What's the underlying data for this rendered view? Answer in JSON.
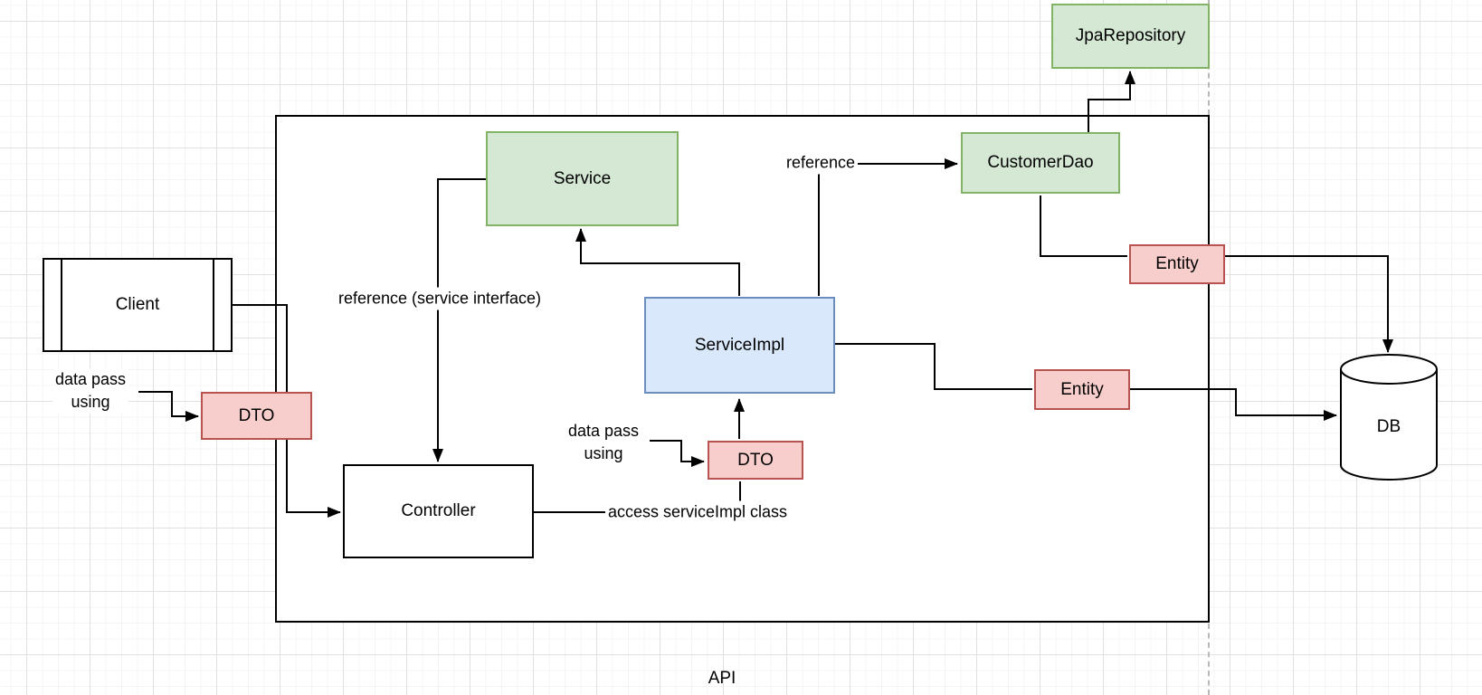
{
  "diagram": {
    "container_label": "API",
    "nodes": {
      "jpa": {
        "label": "JpaRepository",
        "fill": "#d5e8d4",
        "border": "#82b366"
      },
      "service": {
        "label": "Service",
        "fill": "#d5e8d4",
        "border": "#82b366"
      },
      "customer_dao": {
        "label": "CustomerDao",
        "fill": "#d5e8d4",
        "border": "#82b366"
      },
      "service_impl": {
        "label": "ServiceImpl",
        "fill": "#dae8fc",
        "border": "#6c8ebf"
      },
      "controller": {
        "label": "Controller",
        "fill": "#ffffff",
        "border": "#000000"
      },
      "client": {
        "label": "Client",
        "fill": "#ffffff",
        "border": "#000000"
      },
      "dto_client": {
        "label": "DTO",
        "fill": "#f8cecc",
        "border": "#b85450"
      },
      "dto_controller": {
        "label": "DTO",
        "fill": "#f8cecc",
        "border": "#b85450"
      },
      "entity_dao": {
        "label": "Entity",
        "fill": "#f8cecc",
        "border": "#b85450"
      },
      "entity_impl": {
        "label": "Entity",
        "fill": "#f8cecc",
        "border": "#b85450"
      },
      "db": {
        "label": "DB",
        "fill": "#ffffff",
        "border": "#000000"
      }
    },
    "edge_labels": {
      "ref_service_interface": "reference (service interface)",
      "reference": "reference",
      "access_serviceimpl": "access serviceImpl class",
      "data_pass_client": "data pass\nusing",
      "data_pass_controller": "data pass\nusing"
    },
    "colors": {
      "edge_stroke": "#000000",
      "grid_minor": "#f4f4f4",
      "grid_major": "#e0e0e0",
      "page_divider": "#b9b9b9"
    }
  }
}
